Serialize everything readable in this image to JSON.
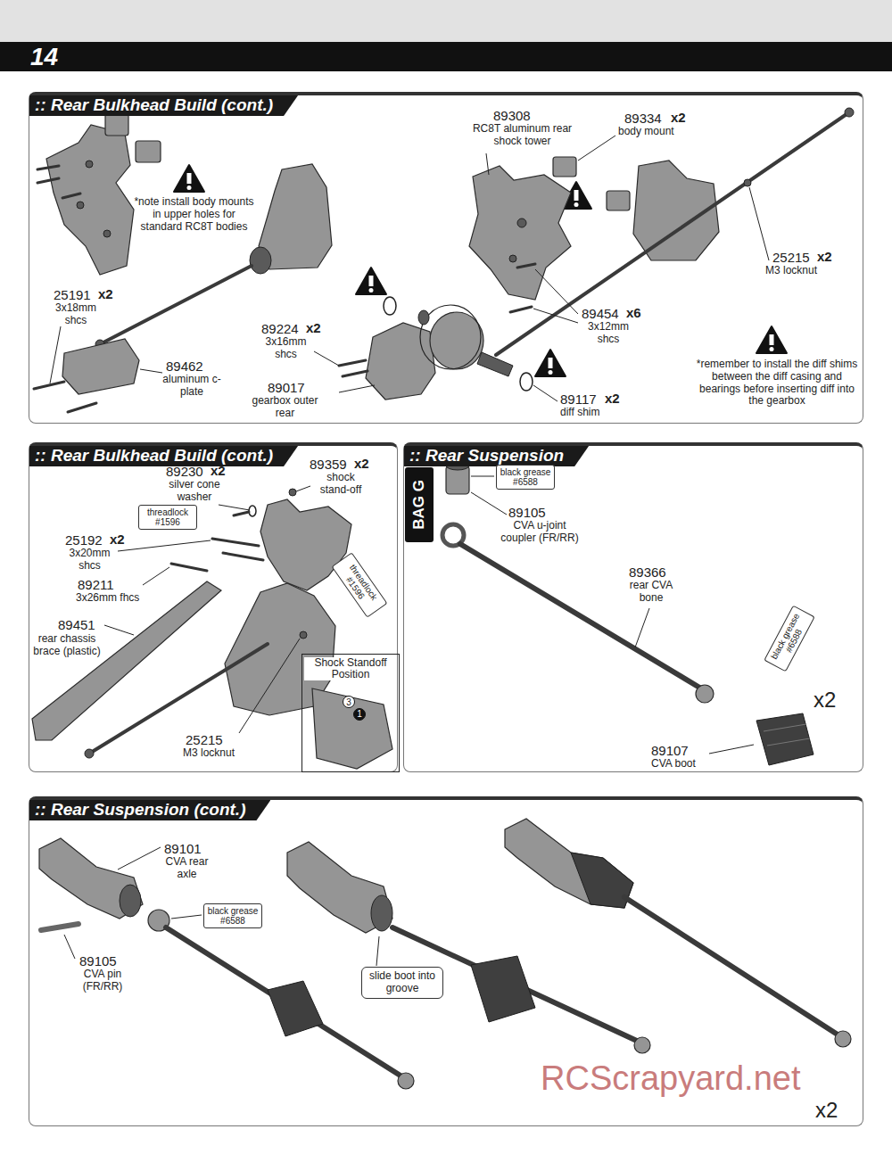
{
  "diagram": {
    "nodes": [
      {
        "text": [
          ":: Rear Bulkhead Build (cont.)"
        ]
      },
      {
        "text": [
          ":: Rear Bulkhead Build (cont.)"
        ]
      },
      {
        "text": [
          "threadlock #1596"
        ],
        "in": 1
      },
      {
        "text": [
          "threadlock #1596"
        ],
        "in": 1
      },
      {
        "text": [
          "Shock Standoff Position"
        ],
        "in": 1
      },
      {
        "text": [
          ":: Rear Suspension"
        ]
      },
      {
        "text": [
          "BAG G"
        ],
        "in": 5
      },
      {
        "text": [
          "black grease #6588"
        ],
        "in": 5
      },
      {
        "text": [
          "black grease #6588"
        ],
        "in": 5
      },
      {
        "text": [
          ":: Rear Suspension (cont.)"
        ]
      },
      {
        "text": [
          "black grease #6588"
        ],
        "in": 9
      },
      {
        "text": [
          "slide boot into groove"
        ],
        "in": 9
      }
    ],
    "labels": [
      "14",
      "*note install body mounts in upper holes for standard RC8T bodies",
      "89308",
      "RC8T aluminum rear shock tower",
      "89334",
      "x2",
      "body mount",
      "25191",
      "x2",
      "3x18mm shcs",
      "89462",
      "aluminum c-plate",
      "89224",
      "x2",
      "3x16mm shcs",
      "89017",
      "gearbox outer rear",
      "89454",
      "x6",
      "3x12mm shcs",
      "25215",
      "x2",
      "M3 locknut",
      "89117",
      "x2",
      "diff shim",
      "*remember to install the diff shims between the diff casing and bearings before inserting diff into the gearbox",
      "89230",
      "x2",
      "silver cone washer",
      "89359",
      "x2",
      "shock stand-off",
      "25192",
      "x2",
      "3x20mm shcs",
      "89211",
      "3x26mm fhcs",
      "89451",
      "rear chassis brace (plastic)",
      "25215",
      "M3 locknut",
      "3",
      "1",
      "89105",
      "CVA u-joint coupler (FR/RR)",
      "89366",
      "rear CVA bone",
      "x2",
      "89107",
      "CVA boot",
      "89101",
      "CVA rear axle",
      "89105",
      "CVA pin (FR/RR)",
      "x2",
      "RCScrapyard.net"
    ]
  }
}
